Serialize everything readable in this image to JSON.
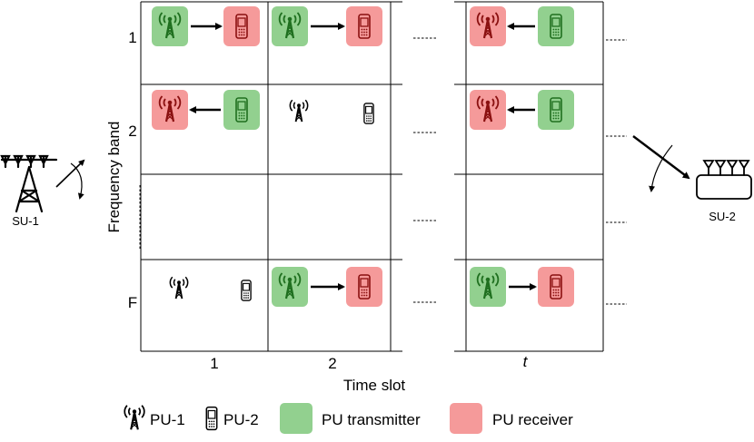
{
  "axes": {
    "y_label": "Frequency band",
    "x_label": "Time slot",
    "bands": [
      "1",
      "2",
      "F"
    ],
    "slots": [
      "1",
      "2",
      "t"
    ]
  },
  "nodes": {
    "su1": "SU-1",
    "su2": "SU-2"
  },
  "legend": {
    "pu1": "PU-1",
    "pu2": "PU-2",
    "transmitter": "PU transmitter",
    "receiver": "PU receiver"
  },
  "colors": {
    "transmitter": "#92d08f",
    "receiver": "#f59a9a",
    "grid": "#000000"
  },
  "cells": [
    {
      "band": "1",
      "slot": "1",
      "pair": "tower-to-phone",
      "direction": "right",
      "tower_role": "transmitter",
      "phone_role": "receiver"
    },
    {
      "band": "1",
      "slot": "2",
      "pair": "tower-to-phone",
      "direction": "right",
      "tower_role": "transmitter",
      "phone_role": "receiver"
    },
    {
      "band": "1",
      "slot": "t",
      "pair": "phone-to-tower",
      "direction": "left",
      "tower_role": "receiver",
      "phone_role": "transmitter"
    },
    {
      "band": "2",
      "slot": "1",
      "pair": "phone-to-tower",
      "direction": "left",
      "tower_role": "receiver",
      "phone_role": "transmitter"
    },
    {
      "band": "2",
      "slot": "2",
      "pair": "idle"
    },
    {
      "band": "2",
      "slot": "t",
      "pair": "phone-to-tower",
      "direction": "left",
      "tower_role": "receiver",
      "phone_role": "transmitter"
    },
    {
      "band": "F",
      "slot": "1",
      "pair": "idle"
    },
    {
      "band": "F",
      "slot": "2",
      "pair": "tower-to-phone",
      "direction": "right",
      "tower_role": "transmitter",
      "phone_role": "receiver"
    },
    {
      "band": "F",
      "slot": "t",
      "pair": "tower-to-phone",
      "direction": "right",
      "tower_role": "transmitter",
      "phone_role": "receiver"
    }
  ]
}
